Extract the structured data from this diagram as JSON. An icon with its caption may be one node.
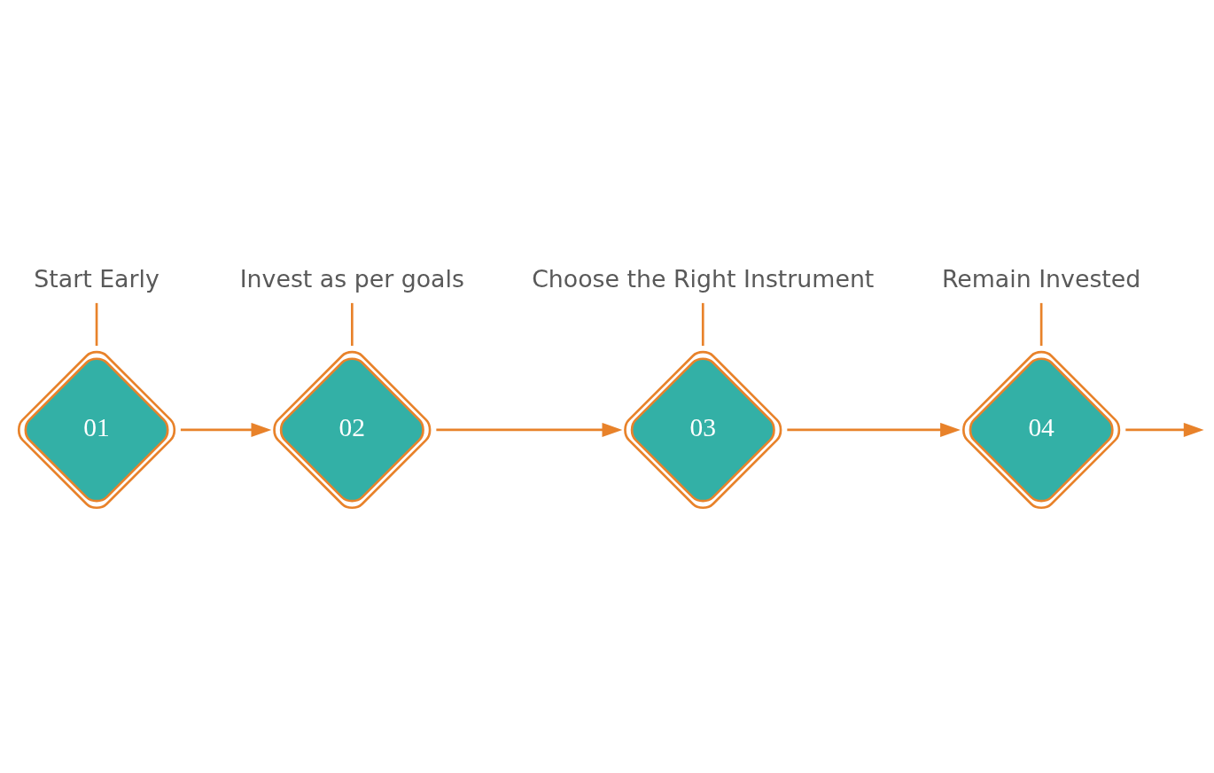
{
  "diagram": {
    "nodes": [
      {
        "text": [
          "01"
        ]
      },
      {
        "text": [
          "02"
        ]
      },
      {
        "text": [
          "03"
        ]
      },
      {
        "text": [
          "04"
        ]
      },
      {
        "text": [
          "Start Early"
        ]
      },
      {
        "text": [
          "Invest as per goals"
        ]
      },
      {
        "text": [
          "Choose the Right Instrument"
        ]
      },
      {
        "text": [
          "Remain Invested"
        ]
      }
    ],
    "edges": [
      {
        "from": 0,
        "to": 1,
        "arrow": "to"
      },
      {
        "from": 1,
        "to": 2,
        "arrow": "to"
      },
      {
        "from": 2,
        "to": 3,
        "arrow": "to"
      },
      {
        "from": 3,
        "to": null,
        "arrow": "to"
      },
      {
        "from": 4,
        "to": 0,
        "arrow": "none"
      },
      {
        "from": 5,
        "to": 1,
        "arrow": "none"
      },
      {
        "from": 6,
        "to": 2,
        "arrow": "none"
      },
      {
        "from": 7,
        "to": 3,
        "arrow": "none"
      }
    ]
  }
}
